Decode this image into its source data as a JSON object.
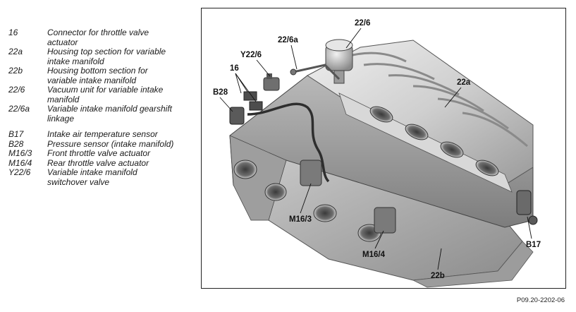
{
  "legend": {
    "group1": [
      {
        "code": "16",
        "lines": [
          "Connector for throttle valve",
          "actuator"
        ]
      },
      {
        "code": "22a",
        "lines": [
          "Housing top section for variable",
          "intake manifold"
        ]
      },
      {
        "code": "22b",
        "lines": [
          "Housing bottom section for",
          "variable intake manifold"
        ]
      },
      {
        "code": "22/6",
        "lines": [
          "Vacuum unit for variable intake",
          "manifold"
        ]
      },
      {
        "code": "22/6a",
        "lines": [
          "Variable intake manifold gearshift",
          "linkage"
        ]
      }
    ],
    "group2": [
      {
        "code": "B17",
        "lines": [
          "Intake air temperature sensor"
        ]
      },
      {
        "code": "B28",
        "lines": [
          "Pressure sensor (intake manifold)"
        ]
      },
      {
        "code": "M16/3",
        "lines": [
          "Front throttle valve actuator"
        ]
      },
      {
        "code": "M16/4",
        "lines": [
          "Rear throttle valve actuator"
        ]
      },
      {
        "code": "Y22/6",
        "lines": [
          "Variable intake manifold",
          "switchover valve"
        ]
      }
    ]
  },
  "callouts": {
    "c_22_6": "22/6",
    "c_22_6a": "22/6a",
    "c_y22_6": "Y22/6",
    "c_16": "16",
    "c_b28": "B28",
    "c_22a": "22a",
    "c_m16_3": "M16/3",
    "c_m16_4": "M16/4",
    "c_b17": "B17",
    "c_22b": "22b"
  },
  "figure_code": "P09.20-2202-06",
  "colors": {
    "frame": "#222222",
    "metal_light": "#d7d7d7",
    "metal_mid": "#a9a9a9",
    "metal_dark": "#5a5a5a"
  }
}
